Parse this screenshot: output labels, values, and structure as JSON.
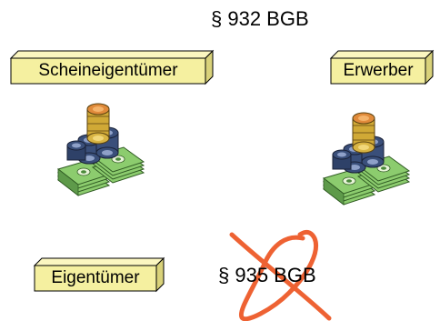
{
  "heading": "§ 932 BGB",
  "boxes": {
    "schein": "Scheineigentümer",
    "erwerber": "Erwerber",
    "eigentuemer": "Eigentümer"
  },
  "crossed_paragraph": "§ 935 BGB",
  "icons": [
    "money-pile-icon",
    "money-pile-icon"
  ],
  "colors": {
    "box_fill": "#f5f0a0",
    "box_side": "#d9d27a",
    "cross": "#ee6233",
    "note_green": "#6fb85a"
  }
}
